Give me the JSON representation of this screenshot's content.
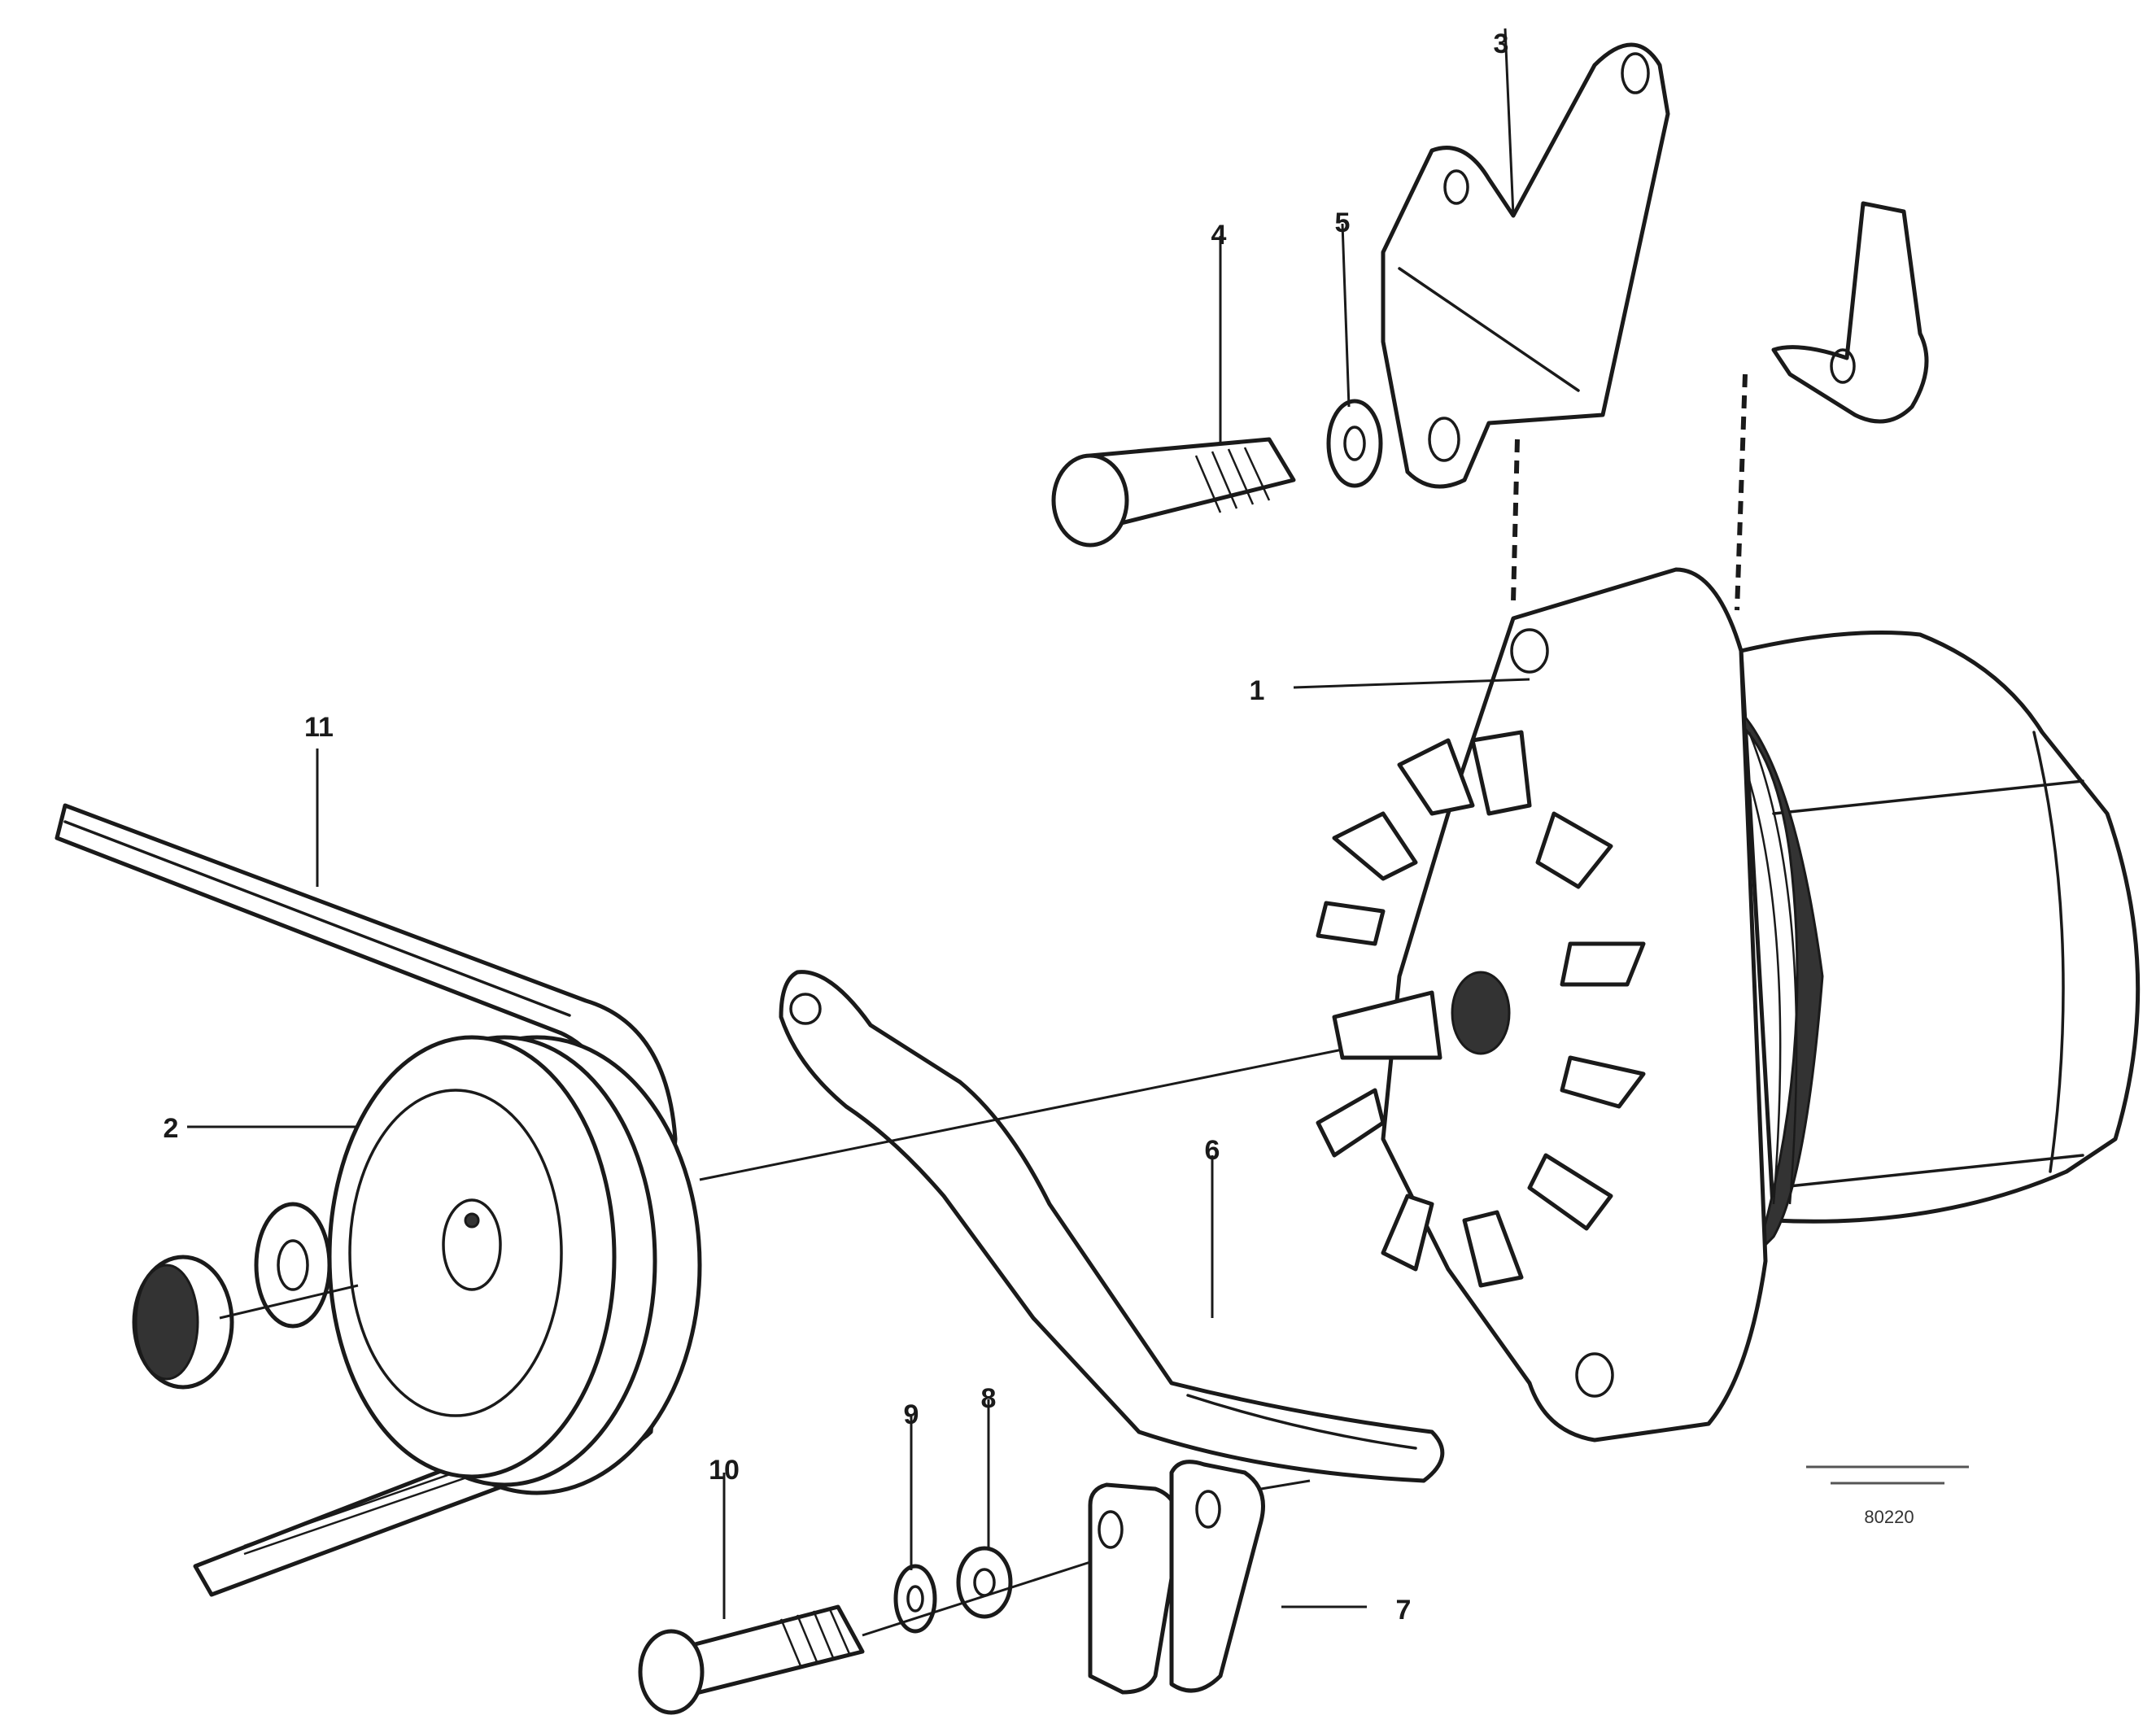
{
  "callouts": {
    "c1": "1",
    "c2": "2",
    "c3": "3",
    "c4": "4",
    "c5": "5",
    "c6": "6",
    "c7": "7",
    "c8": "8",
    "c9": "9",
    "c10": "10",
    "c11": "11"
  },
  "drawing_ref": {
    "line1": "",
    "line2": "",
    "line3": "80220"
  }
}
